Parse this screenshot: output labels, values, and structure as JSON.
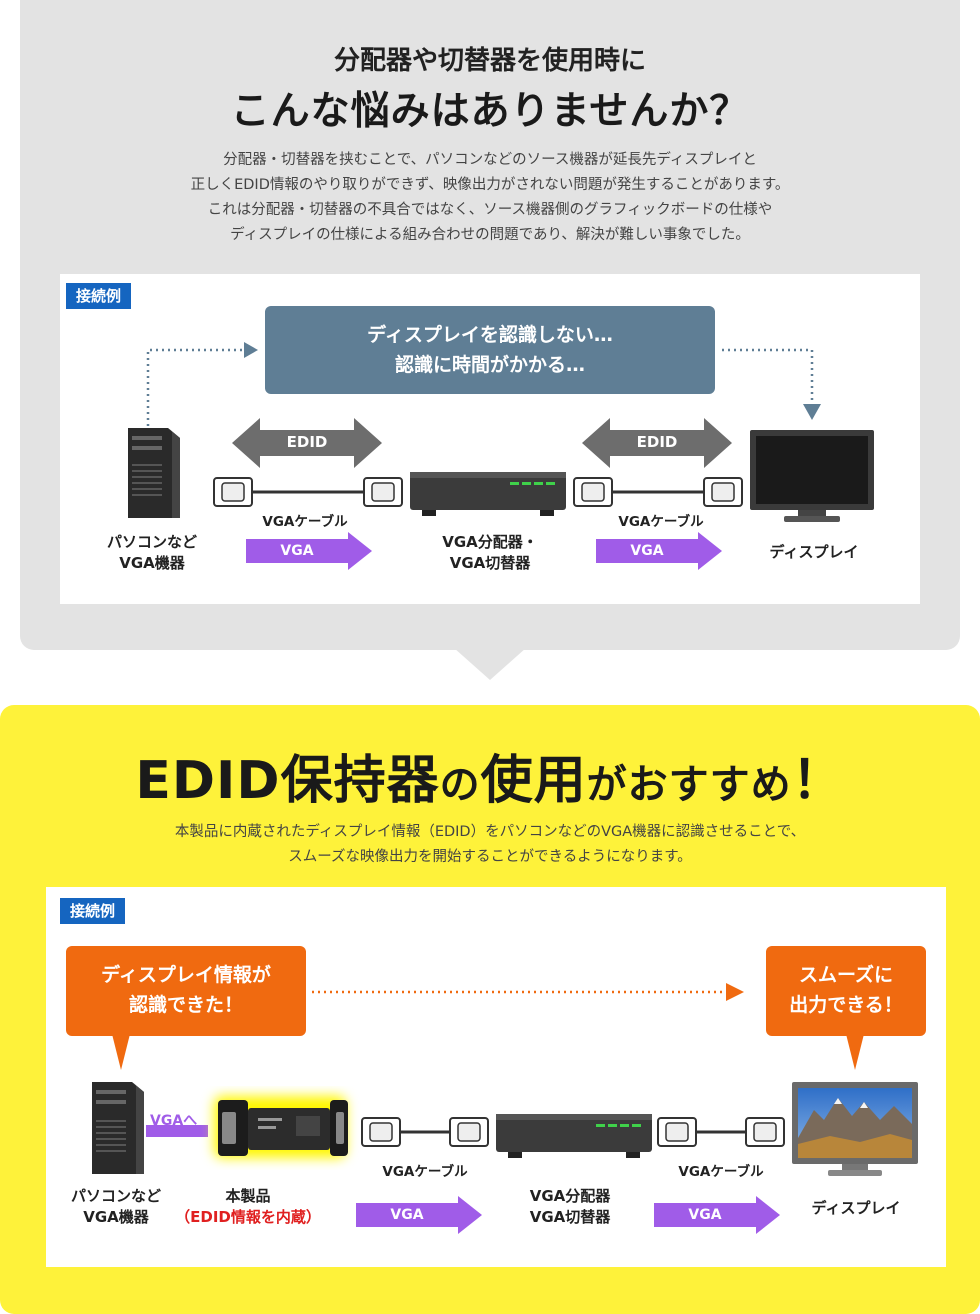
{
  "top": {
    "subtitle": "分配器や切替器を使用時に",
    "title": "こんな悩みはありませんか？",
    "desc_lines": [
      "分配器・切替器を挟むことで、パソコンなどのソース機器が延長先ディスプレイと",
      "正しくEDID情報のやり取りができず、映像出力がされない問題が発生することがあります。",
      "これは分配器・切替器の不具合ではなく、ソース機器側のグラフィックボードの仕様や",
      "ディスプレイの仕様による組み合わせの問題であり、解決が難しい事象でした。"
    ],
    "tag": "接続例",
    "bubble_line1": "ディスプレイを認識しない…",
    "bubble_line2": "認識に時間がかかる…",
    "edid_left": "EDID",
    "edid_right": "EDID",
    "pc_label_1": "パソコンなど",
    "pc_label_2": "VGA機器",
    "cable_left": "VGAケーブル",
    "cable_right": "VGAケーブル",
    "splitter_label_1": "VGA分配器・",
    "splitter_label_2": "VGA切替器",
    "display_label": "ディスプレイ",
    "arrow_left": "VGA",
    "arrow_right": "VGA"
  },
  "bottom": {
    "title_a": "EDID保持器",
    "title_b": "の",
    "title_c": "使用",
    "title_d": "がおすすめ",
    "title_e": "！",
    "desc_line1": "本製品に内蔵されたディスプレイ情報（EDID）をパソコンなどのVGA機器に認識させることで、",
    "desc_line2": "スムーズな映像出力を開始することができるようになります。",
    "tag": "接続例",
    "bubble_left_1": "ディスプレイ情報が",
    "bubble_left_2": "認識できた！",
    "bubble_right_1": "スムーズに",
    "bubble_right_2": "出力できる！",
    "vga_to": "VGAへ",
    "pc_label_1": "パソコンなど",
    "pc_label_2": "VGA機器",
    "product_label_1": "本製品",
    "product_label_2": "（EDID情報を内蔵）",
    "cable_left": "VGAケーブル",
    "cable_right": "VGAケーブル",
    "splitter_label_1": "VGA分配器",
    "splitter_label_2": "VGA切替器",
    "display_label": "ディスプレイ",
    "arrow_left": "VGA",
    "arrow_right": "VGA"
  },
  "colors": {
    "top_bg": "#e3e3e3",
    "bottom_bg": "#fef23a",
    "tag_blue": "#1565c0",
    "slate": "#5f7e95",
    "purple": "#a05ce8",
    "orange": "#f06a10",
    "red": "#e02020"
  }
}
